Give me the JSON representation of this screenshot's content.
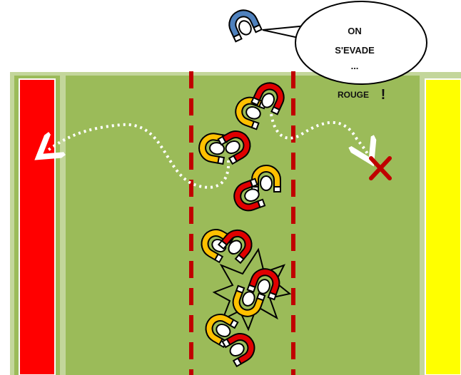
{
  "speech_bubble": {
    "line1": "ON",
    "line2": "S'EVADE",
    "line3": "...",
    "line4": "ROUGE",
    "exclaim": "!"
  },
  "colors": {
    "field": "#9bbb59",
    "border_field": "#c3d69b",
    "red_zone": "#ff0000",
    "yellow_zone": "#ffff00",
    "dash_line": "#c00000",
    "red_player": "#e00000",
    "yellow_player": "#ffc000",
    "blue_player": "#4f81bd",
    "cross": "#c00000"
  },
  "icons": {
    "player": "magnet-player-icon",
    "cross": "cross-icon",
    "collision": "explosion-icon",
    "path": "dotted-arrow-path"
  }
}
